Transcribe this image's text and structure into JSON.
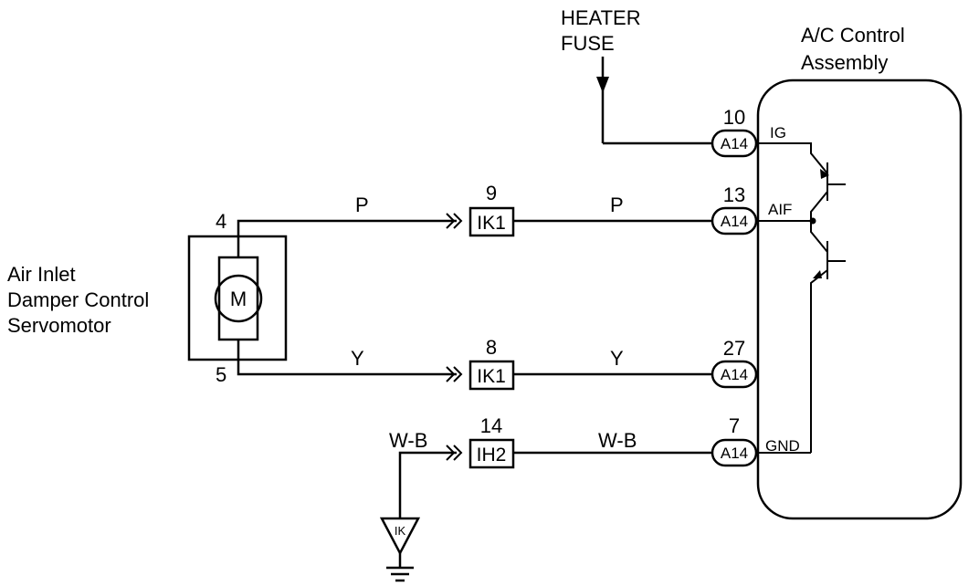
{
  "heater_fuse": {
    "line1": "HEATER",
    "line2": "FUSE"
  },
  "control_assembly": {
    "line1": "A/C Control",
    "line2": "Assembly"
  },
  "servomotor": {
    "line1": "Air Inlet",
    "line2": "Damper Control",
    "line3": "Servomotor",
    "motor_symbol": "M",
    "pin_top": "4",
    "pin_bottom": "5"
  },
  "wires": {
    "p_left": "P",
    "p_right": "P",
    "y_left": "Y",
    "y_right": "Y",
    "wb_left": "W-B",
    "wb_right": "W-B"
  },
  "junctions": [
    {
      "pin": "9",
      "label": "IK1"
    },
    {
      "pin": "8",
      "label": "IK1"
    },
    {
      "pin": "14",
      "label": "IH2"
    }
  ],
  "a14_connectors": [
    {
      "pin": "10",
      "label": "A14",
      "terminal": "IG"
    },
    {
      "pin": "13",
      "label": "A14",
      "terminal": "AIF"
    },
    {
      "pin": "27",
      "label": "A14",
      "terminal": ""
    },
    {
      "pin": "7",
      "label": "A14",
      "terminal": "GND"
    }
  ],
  "ground": {
    "label": "IK"
  }
}
